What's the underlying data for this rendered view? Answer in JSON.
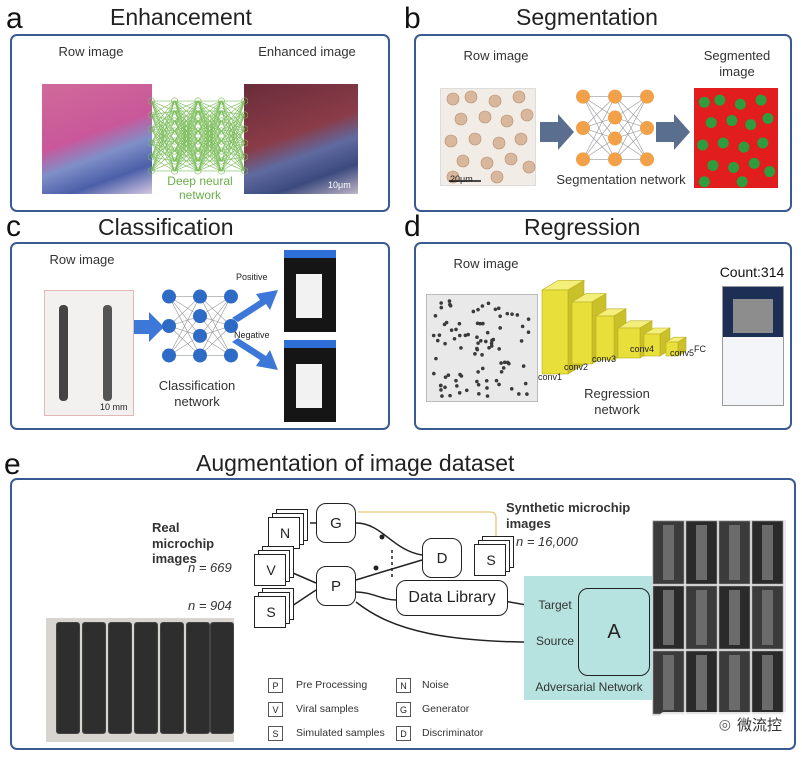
{
  "panels": {
    "a": {
      "letter": "a",
      "title": "Enhancement",
      "input_label": "Row image",
      "output_label": "Enhanced image",
      "network_label": "Deep neural network",
      "scale": "10μm"
    },
    "b": {
      "letter": "b",
      "title": "Segmentation",
      "input_label": "Row image",
      "output_label": "Segmented image",
      "network_label": "Segmentation network",
      "scale": "20μm"
    },
    "c": {
      "letter": "c",
      "title": "Classification",
      "input_label": "Row image",
      "network_label": "Classification network",
      "positive": "Positive",
      "negative": "Negative",
      "scale": "10 mm"
    },
    "d": {
      "letter": "d",
      "title": "Regression",
      "input_label": "Row image",
      "network_label": "Regression network",
      "count": "Count:314",
      "layers": [
        "conv1",
        "conv2",
        "conv3",
        "conv4",
        "conv5",
        "FC"
      ]
    },
    "e": {
      "letter": "e",
      "title": "Augmentation of image dataset",
      "real_label": "Real microchip images",
      "synthetic_label": "Synthetic microchip images",
      "n_synthetic": "n = 16,000",
      "n_viral": "n = 669",
      "n_simulated": "n = 904",
      "nodes": {
        "N": "N",
        "G": "G",
        "D": "D",
        "S_top": "S",
        "V": "V",
        "S_bottom": "S",
        "P": "P",
        "A": "A"
      },
      "data_library": "Data Library",
      "target": "Target",
      "source": "Source",
      "adversarial": "Adversarial Network",
      "legend": [
        {
          "key": "P",
          "text": "Pre Processing"
        },
        {
          "key": "N",
          "text": "Noise"
        },
        {
          "key": "V",
          "text": "Viral samples"
        },
        {
          "key": "G",
          "text": "Generator"
        },
        {
          "key": "S",
          "text": "Simulated samples"
        },
        {
          "key": "D",
          "text": "Discriminator"
        }
      ]
    }
  },
  "watermark": "微流控",
  "colors": {
    "border": "#3a5a94",
    "nn_blue": "#2e6bc6",
    "nn_orange": "#f0a14a",
    "nn_green": "#5aa83a",
    "conv_yellow": "#e8df3a",
    "seg_red": "#e02020",
    "adv_teal": "#b6e3e0"
  }
}
